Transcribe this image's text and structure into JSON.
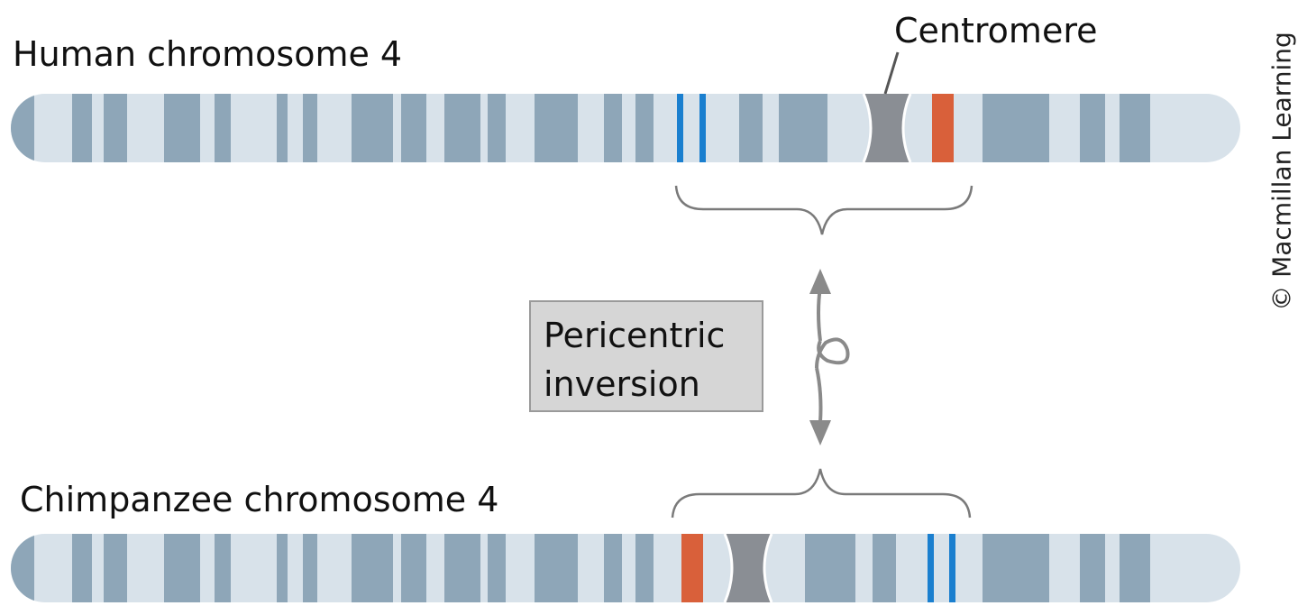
{
  "labels": {
    "human": "Human chromosome 4",
    "chimp": "Chimpanzee chromosome 4",
    "centromere": "Centromere",
    "inversion_line1": "Pericentric",
    "inversion_line2": "inversion",
    "credit": "© Macmillan Learning"
  },
  "colors": {
    "chromosome_body": "#d8e2ea",
    "band": "#8ea6b8",
    "centromere": "#8a8e94",
    "red_marker": "#d9603a",
    "blue_marker": "#1a7fcf",
    "bracket": "#7a7a7a",
    "arrow": "#8a8a8a"
  },
  "icons": {
    "inversion_arrow": "double-arrow-with-loop-icon"
  }
}
